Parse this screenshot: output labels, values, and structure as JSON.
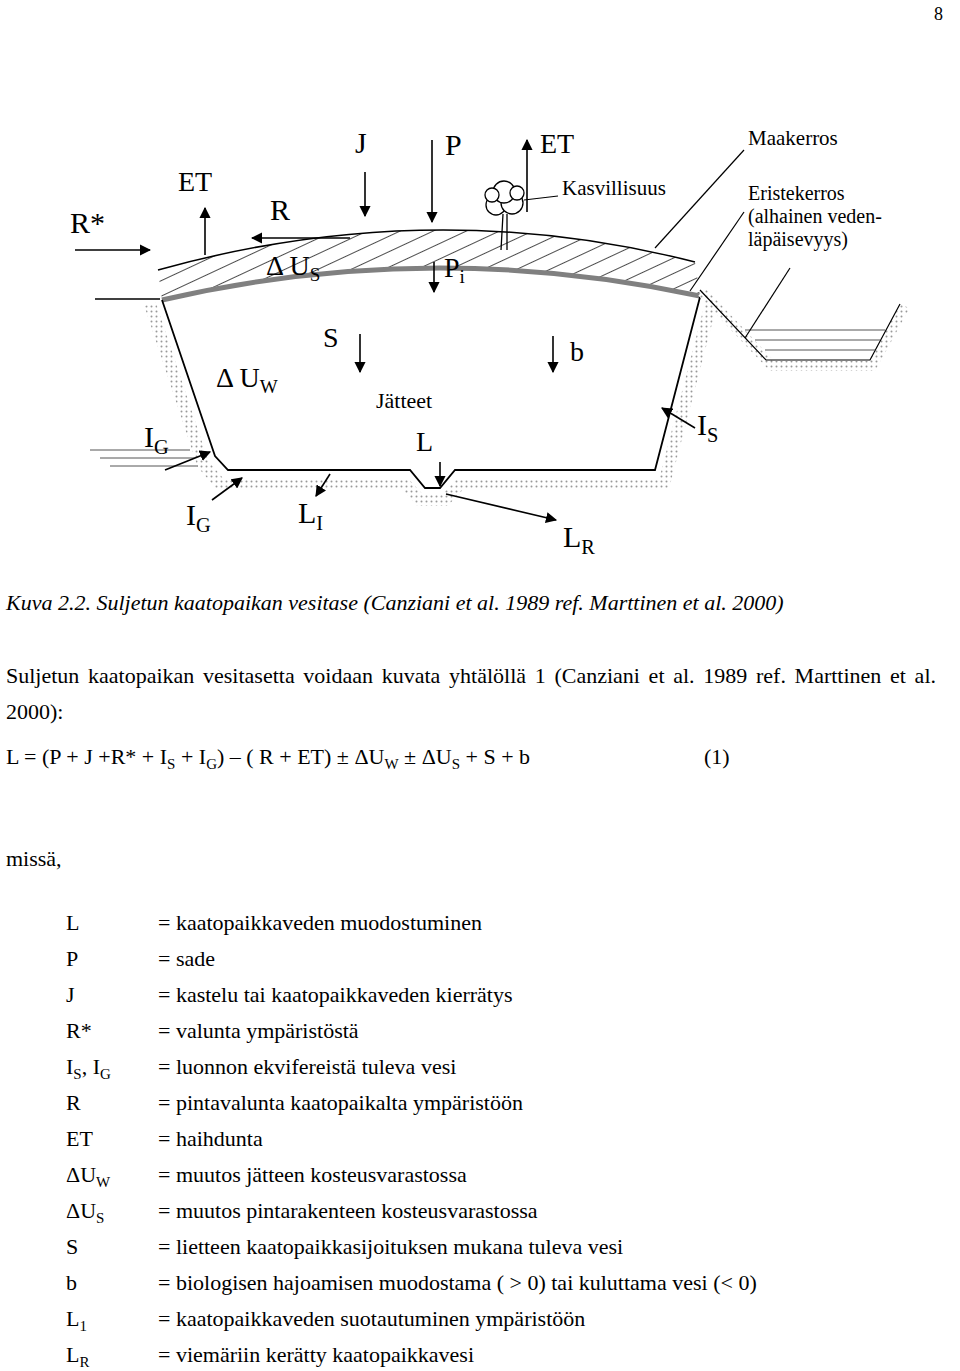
{
  "diagram": {
    "caption": "Kuva 2.2. Suljetun kaatopaikan vesitase (Canziani et al. 1989 ref. Marttinen et al. 2000)",
    "labels": [
      "8",
      "J",
      "P",
      "ET",
      "Maakerros",
      "ET",
      "Kasvillisuus",
      "Eristekerros (alhainen veden- läpäisevyys)",
      "R*",
      "R",
      "Δ U",
      "S",
      "P",
      "i",
      "S",
      "b",
      "Δ U",
      "W",
      "Jätteet",
      "I",
      "G",
      "L",
      "I",
      "S",
      "I",
      "G",
      "L",
      "I",
      "L",
      "R",
      "Suljetun kaatopaikan vesitasetta voidaan kuvata yhtälöllä 1 (Canziani et al. 1989 ref. Marttinen et al. 2000):",
      "L = (P + J +R* + I",
      "S",
      " + I",
      "G",
      ") – ( R + ET) ± ΔU",
      "W",
      " ± ΔU",
      "S",
      " + S + b",
      "(1)",
      "missä,",
      "L",
      "= kaatopaikkaveden muodostuminen",
      "P",
      "= sade",
      "J",
      "= kastelu tai kaatopaikkaveden kierrätys",
      "R*",
      "= valunta ympäristöstä",
      "I",
      "S",
      ", I",
      "G",
      "= luonnon ekvifereistä tuleva vesi",
      "R",
      "= pintavalunta kaatopaikalta ympäristöön",
      "ET",
      "= haihdunta",
      "ΔU",
      "W",
      "= muutos jätteen kosteusvarastossa",
      "ΔU",
      "S",
      "= muutos pintarakenteen kosteusvarastossa",
      "S",
      "= lietteen kaatopaikkasijoituksen mukana tuleva vesi",
      "b",
      "= biologisen hajoamisen muodostama ( > 0) tai kuluttama vesi (< 0)",
      "L",
      "1",
      "= kaatopaikkaveden suotautuminen ympäristöön",
      "L",
      "R",
      "= viemäriin kerätty kaatopaikkavesi"
    ]
  }
}
